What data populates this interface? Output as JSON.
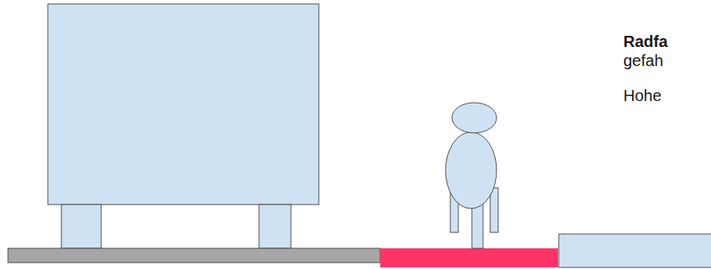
{
  "diagram": {
    "labels": [
      "Radfa",
      "gefah",
      "Hohe"
    ]
  }
}
